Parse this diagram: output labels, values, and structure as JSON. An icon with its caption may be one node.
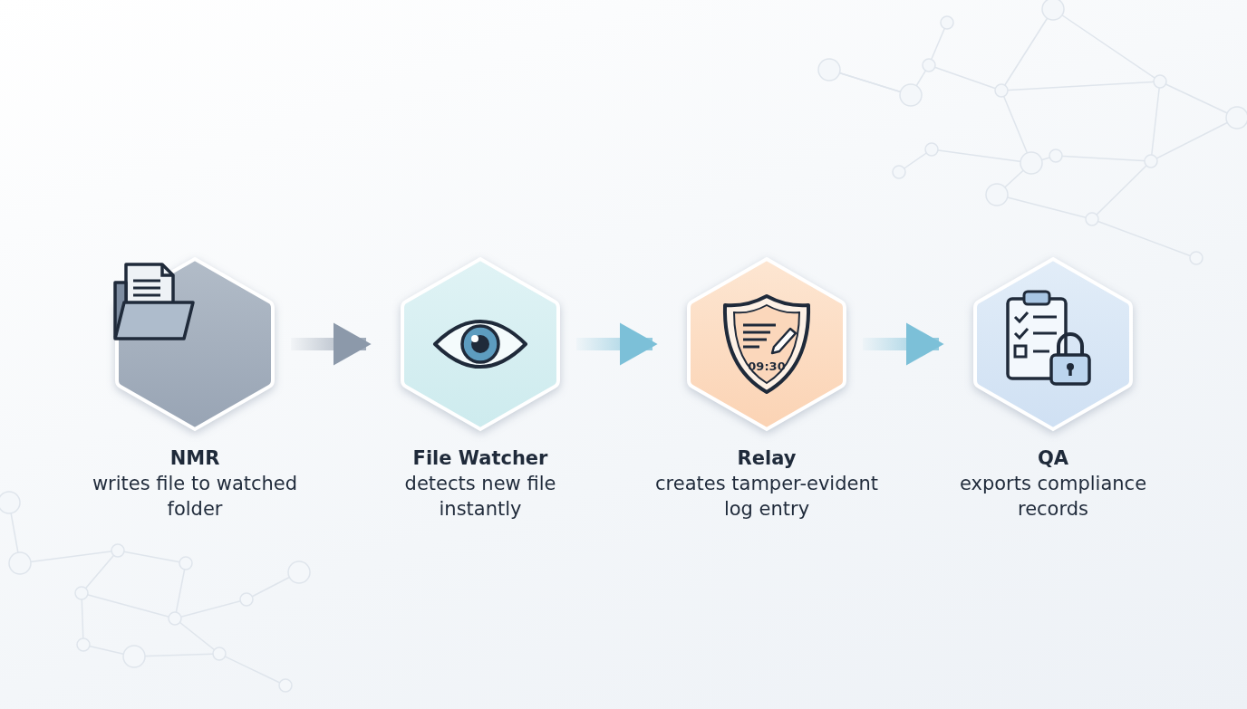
{
  "diagram": {
    "nodes": [
      {
        "text": [
          "NMR",
          "writes file to watched folder"
        ]
      },
      {
        "text": [
          "File Watcher",
          "detects new file instantly"
        ]
      },
      {
        "text": [
          "Relay",
          "creates tamper-evident log entry"
        ]
      },
      {
        "text": [
          "QA",
          "exports compliance records"
        ]
      }
    ],
    "edges": [
      {
        "from": 0,
        "to": 1,
        "arrow": "to",
        "color": "#8c99aa"
      },
      {
        "from": 1,
        "to": 2,
        "arrow": "to"
      },
      {
        "from": 2,
        "to": 3,
        "arrow": "to"
      }
    ],
    "labels": [
      "09:30"
    ]
  }
}
